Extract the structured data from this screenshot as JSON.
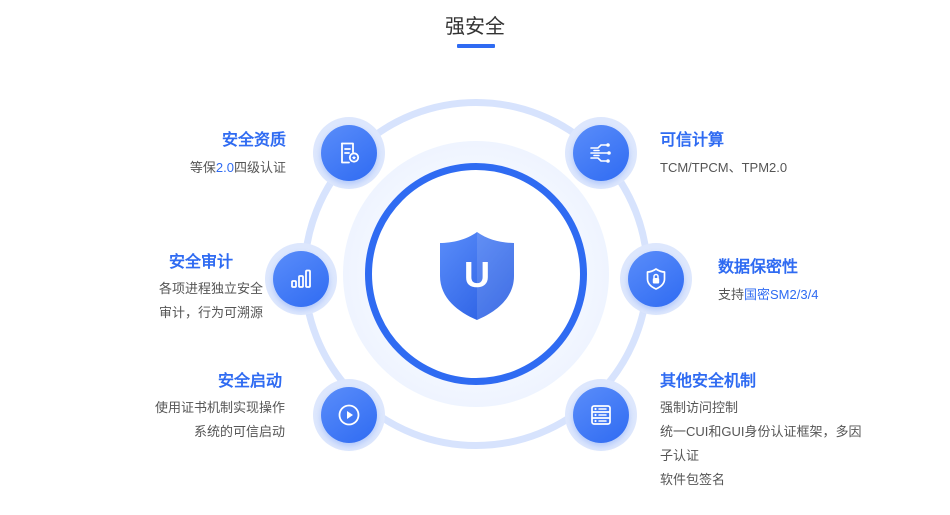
{
  "title": "强安全",
  "center": {
    "shield_letter": "U"
  },
  "features": {
    "qualification": {
      "title": "安全资质",
      "desc_prefix": "等保",
      "desc_highlight": "2.0",
      "desc_suffix": "四级认证"
    },
    "audit": {
      "title": "安全审计",
      "lines": [
        "各项进程独立安全",
        "审计，行为可溯源"
      ]
    },
    "boot": {
      "title": "安全启动",
      "lines": [
        "使用证书机制实现操作",
        "系统的可信启动"
      ]
    },
    "trusted": {
      "title": "可信计算",
      "desc": "TCM/TPCM、TPM2.0"
    },
    "data": {
      "title": "数据保密性",
      "desc_prefix": "支持",
      "desc_highlight": "国密SM2/3/4"
    },
    "other": {
      "title": "其他安全机制",
      "lines": [
        "强制访问控制",
        "统一CUI和GUI身份认证框架，多因",
        "子认证",
        "软件包签名"
      ]
    }
  },
  "colors": {
    "accent": "#2f6bf2",
    "ring_light": "#d7e3fd",
    "text": "#333333",
    "desc": "#555555"
  },
  "icons": {
    "qualification": "certificate-icon",
    "audit": "bar-chart-icon",
    "boot": "play-icon",
    "trusted": "circuit-icon",
    "data": "lock-shield-icon",
    "other": "server-list-icon"
  }
}
